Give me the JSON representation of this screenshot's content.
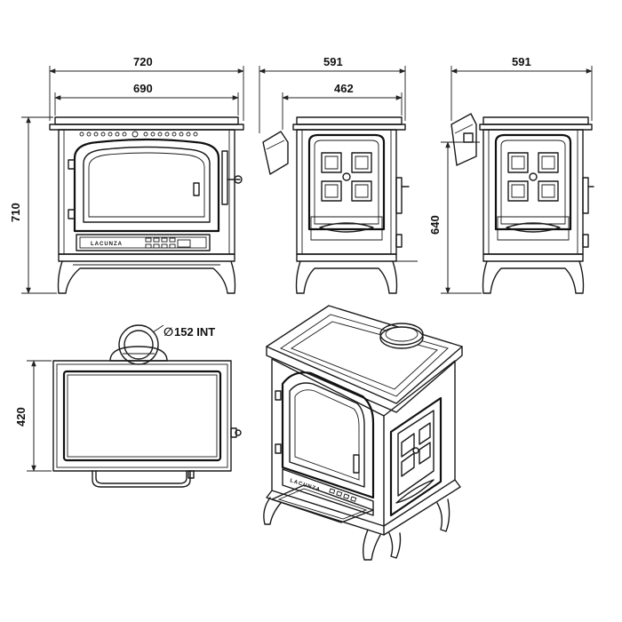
{
  "dimensions": {
    "front_width_outer": "720",
    "front_width_inner": "690",
    "front_height": "710",
    "side1_depth_outer": "591",
    "side1_depth_inner": "462",
    "side2_depth": "591",
    "side2_height": "640",
    "top_depth": "420",
    "flue_diameter": "152 INT"
  },
  "brand_label": "LACUNZA",
  "colors": {
    "line": "#1a1a1a",
    "background": "#ffffff"
  }
}
